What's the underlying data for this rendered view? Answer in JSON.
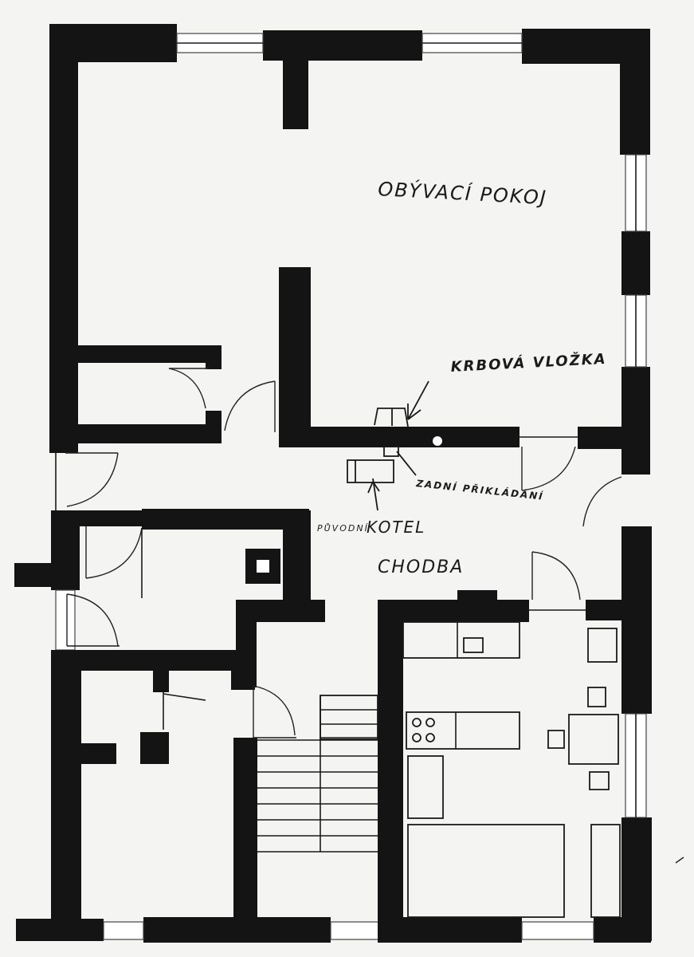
{
  "labels": {
    "living_room": "OBÝVACÍ POKOJ",
    "fireplace_insert": "KRBOVÁ VLOŽKA",
    "rear_stoking": "ZADNÍ PŘIKLÁDÁNÍ",
    "original": "PŮVODNÍ",
    "boiler": "KOTEL",
    "hallway": "CHODBA"
  },
  "colors": {
    "wall": "#141414",
    "paper": "#f4f4f2",
    "window": "#ffffff"
  }
}
